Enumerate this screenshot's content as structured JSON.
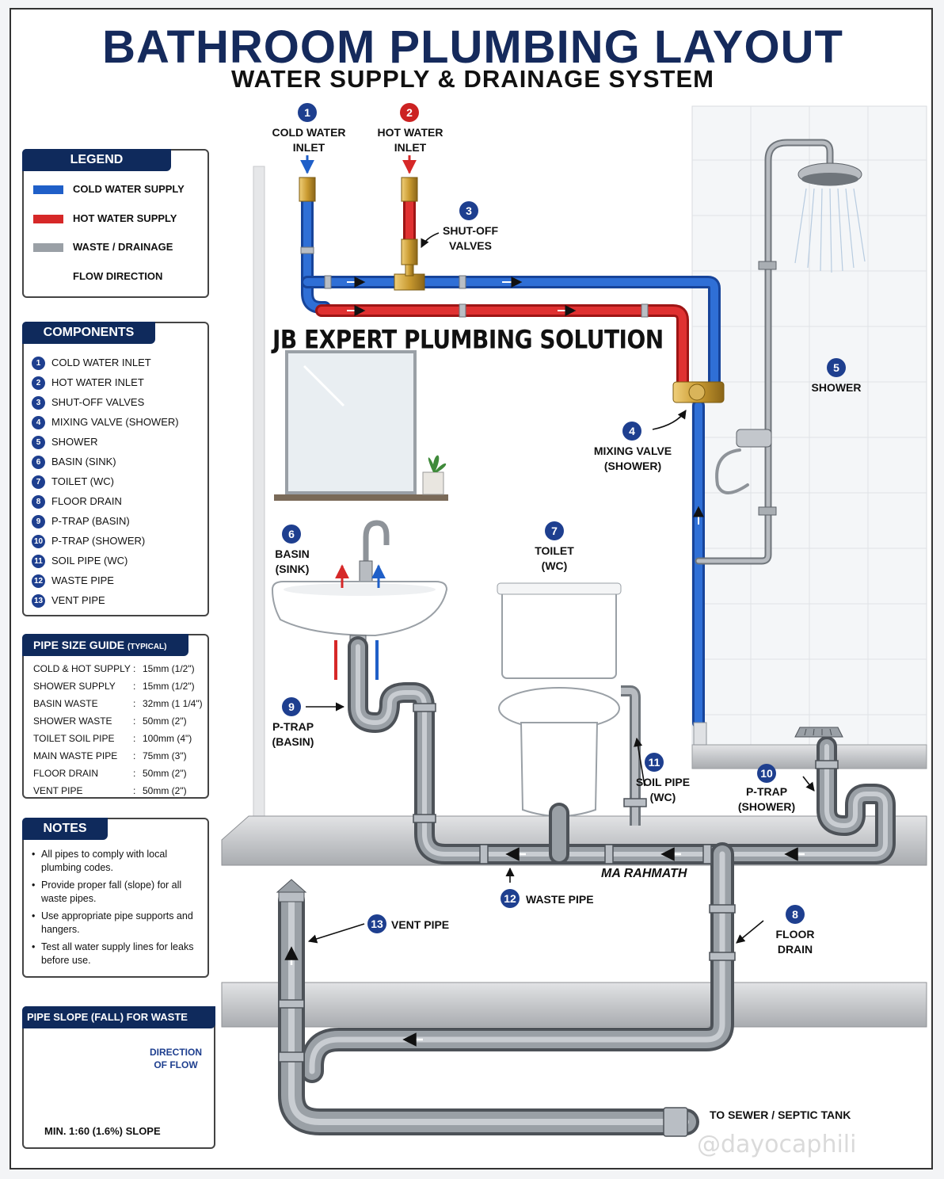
{
  "header": {
    "title": "BATHROOM PLUMBING LAYOUT",
    "subtitle": "WATER SUPPLY & DRAINAGE SYSTEM"
  },
  "colors": {
    "cold": "#1f5fc8",
    "hot": "#d62828",
    "waste": "#8e9399",
    "navy": "#0f2a5c"
  },
  "legend": {
    "title": "LEGEND",
    "items": [
      {
        "label": "COLD WATER SUPPLY",
        "color": "#1f5fc8"
      },
      {
        "label": "HOT WATER SUPPLY",
        "color": "#d62828"
      },
      {
        "label": "WASTE / DRAINAGE",
        "color": "#9aa0a6"
      },
      {
        "label": "FLOW DIRECTION",
        "icon": "arrow-right-icon"
      }
    ]
  },
  "components": {
    "title": "COMPONENTS",
    "items": [
      {
        "num": "1",
        "label": "COLD WATER INLET"
      },
      {
        "num": "2",
        "label": "HOT WATER INLET"
      },
      {
        "num": "3",
        "label": "SHUT-OFF VALVES"
      },
      {
        "num": "4",
        "label": "MIXING VALVE (SHOWER)"
      },
      {
        "num": "5",
        "label": "SHOWER"
      },
      {
        "num": "6",
        "label": "BASIN (SINK)"
      },
      {
        "num": "7",
        "label": "TOILET (WC)"
      },
      {
        "num": "8",
        "label": "FLOOR DRAIN"
      },
      {
        "num": "9",
        "label": "P-TRAP (BASIN)"
      },
      {
        "num": "10",
        "label": "P-TRAP (SHOWER)"
      },
      {
        "num": "11",
        "label": "SOIL PIPE (WC)"
      },
      {
        "num": "12",
        "label": "WASTE PIPE"
      },
      {
        "num": "13",
        "label": "VENT PIPE"
      }
    ]
  },
  "pipe_sizes": {
    "title": "PIPE SIZE GUIDE",
    "title_note": "(TYPICAL)",
    "rows": [
      {
        "name": "COLD & HOT SUPPLY",
        "size": "15mm (1/2\")"
      },
      {
        "name": "SHOWER SUPPLY",
        "size": "15mm (1/2\")"
      },
      {
        "name": "BASIN WASTE",
        "size": "32mm (1 1/4\")"
      },
      {
        "name": "SHOWER WASTE",
        "size": "50mm (2\")"
      },
      {
        "name": "TOILET SOIL PIPE",
        "size": "100mm (4\")"
      },
      {
        "name": "MAIN WASTE PIPE",
        "size": "75mm (3\")"
      },
      {
        "name": "FLOOR DRAIN",
        "size": "50mm (2\")"
      },
      {
        "name": "VENT PIPE",
        "size": "50mm (2\")"
      }
    ]
  },
  "notes": {
    "title": "NOTES",
    "items": [
      "All pipes to comply with local plumbing codes.",
      "Provide proper fall (slope) for all waste pipes.",
      "Use appropriate pipe supports and hangers.",
      "Test all water supply lines for leaks before use."
    ]
  },
  "slope": {
    "title": "PIPE SLOPE (FALL) FOR WASTE PIPES",
    "direction_label": "DIRECTION OF FLOW",
    "slope_label": "MIN. 1:60 (1.6%) SLOPE"
  },
  "diagram": {
    "labels": {
      "cold_inlet": {
        "num": "1",
        "text": "COLD WATER INLET"
      },
      "hot_inlet": {
        "num": "2",
        "text": "HOT WATER INLET"
      },
      "shutoff": {
        "num": "3",
        "text": "SHUT-OFF VALVES"
      },
      "mixing": {
        "num": "4",
        "text": "MIXING VALVE (SHOWER)"
      },
      "shower": {
        "num": "5",
        "text": "SHOWER"
      },
      "basin": {
        "num": "6",
        "text": "BASIN (SINK)"
      },
      "toilet": {
        "num": "7",
        "text": "TOILET (WC)"
      },
      "floor_drain": {
        "num": "8",
        "text": "FLOOR DRAIN"
      },
      "ptrap_basin": {
        "num": "9",
        "text": "P-TRAP (BASIN)"
      },
      "ptrap_shower": {
        "num": "10",
        "text": "P-TRAP (SHOWER)"
      },
      "soil_pipe": {
        "num": "11",
        "text": "SOIL PIPE (WC)"
      },
      "waste_pipe": {
        "num": "12",
        "text": "WASTE PIPE"
      },
      "vent_pipe": {
        "num": "13",
        "text": "VENT PIPE"
      },
      "sewer": "TO SEWER / SEPTIC TANK"
    },
    "brand": "JB EXPERT PLUMBING SOLUTION",
    "credit": "MA RAHMATH",
    "watermark": "@dayocaphili"
  }
}
